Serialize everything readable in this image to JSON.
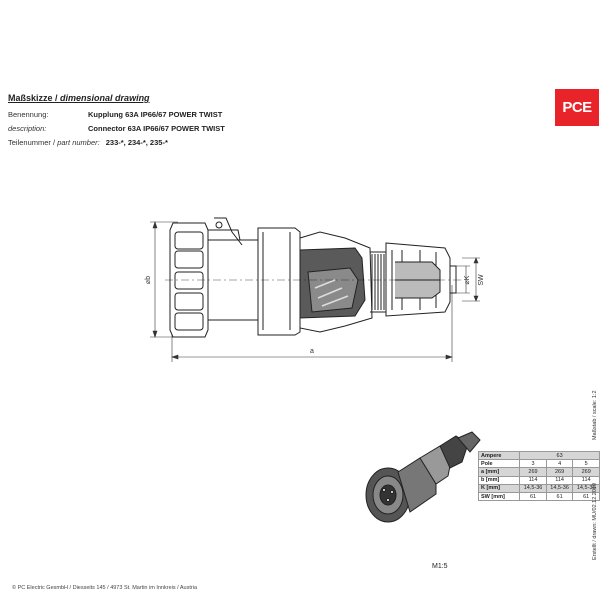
{
  "header": {
    "title_de": "Maßskizze",
    "title_sep": " / ",
    "title_en": "dimensional drawing",
    "naming_label": "Benennung:",
    "naming_value": "Kupplung 63A IP66/67 POWER TWIST",
    "description_label": "description:",
    "description_value": "Connector 63A IP66/67 POWER TWIST",
    "partno_label_de": "Teilenummer",
    "partno_label_sep": " / ",
    "partno_label_en": "part number:",
    "partno_value": "233-*, 234-*, 235-*"
  },
  "logo": {
    "text": "PCE",
    "color": "#e8242a"
  },
  "dimensions": {
    "a": "a",
    "b": "⌀b",
    "k": "⌀K",
    "sw": "SW"
  },
  "scale_label": "M1:5",
  "table": {
    "header": [
      "Ampere",
      "63"
    ],
    "rows": [
      {
        "label": "Pole",
        "values": [
          "3",
          "4",
          "5"
        ],
        "shaded": false
      },
      {
        "label": "a [mm]",
        "values": [
          "269",
          "269",
          "269"
        ],
        "shaded": true
      },
      {
        "label": "b [mm]",
        "values": [
          "114",
          "114",
          "114"
        ],
        "shaded": false
      },
      {
        "label": "K [mm]",
        "values": [
          "14,5-36",
          "14,5-36",
          "14,5-36"
        ],
        "shaded": true
      },
      {
        "label": "SW [mm]",
        "values": [
          "61",
          "61",
          "61"
        ],
        "shaded": false
      }
    ]
  },
  "side_text": {
    "scale": "Maßstab / scale: 1:2",
    "drawn": "Erstellt / drawn: MU/02.12.2019"
  },
  "footer": {
    "copyright": "© PC Electric GesmbH / Diesseits 145 / 4973 St. Martin im Innkreis / Austria"
  }
}
